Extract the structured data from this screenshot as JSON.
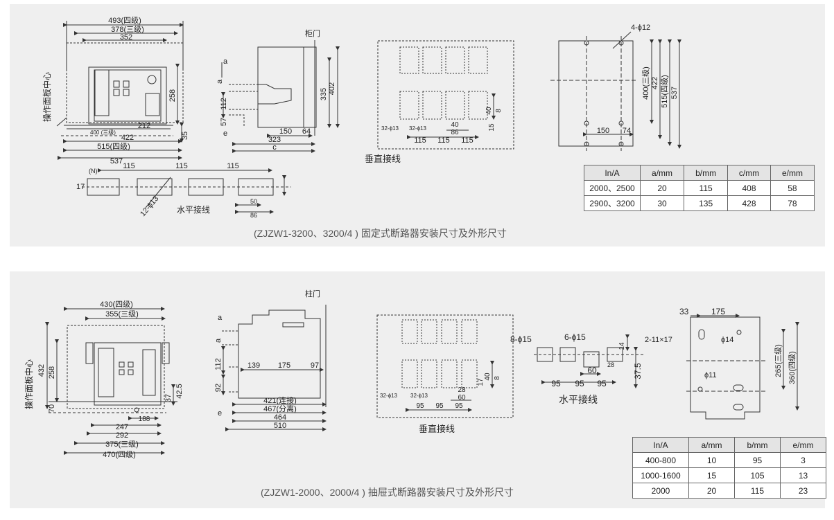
{
  "top": {
    "caption": "(ZJZW1-3200、3200/4 ) 固定式断路器安装尺寸及外形尺寸",
    "front_view": {
      "dims": [
        "493(四级)",
        "378(三级)",
        "352",
        "258",
        "35",
        "400 (三级)",
        "212",
        "422",
        "515(四级)",
        "537"
      ],
      "vertical_label": "操作面板中心"
    },
    "side_view": {
      "door_label": "柜门",
      "dims": [
        "a",
        "a",
        "112",
        "57",
        "e",
        "335",
        "402",
        "150",
        "64",
        "323",
        "c"
      ]
    },
    "vertical_wiring": {
      "label": "垂直接线",
      "dims": [
        "32-ϕ13",
        "32-ϕ13",
        "115",
        "115",
        "115",
        "40",
        "86",
        "15",
        "40",
        "8"
      ]
    },
    "horizontal_wiring": {
      "label": "水平接线",
      "dims": [
        "(N)",
        "115",
        "115",
        "115",
        "17",
        "12-ϕ13",
        "50",
        "86"
      ]
    },
    "mounting_view": {
      "dims": [
        "4-ϕ12",
        "400(三级)",
        "422",
        "515(四级)",
        "537",
        "150",
        "74"
      ]
    },
    "table": {
      "headers": [
        "In/A",
        "a/mm",
        "b/mm",
        "c/mm",
        "e/mm"
      ],
      "rows": [
        [
          "2000、2500",
          "20",
          "115",
          "408",
          "58"
        ],
        [
          "2900、3200",
          "30",
          "135",
          "428",
          "78"
        ]
      ]
    }
  },
  "bottom": {
    "caption": "(ZJZW1-2000、2000/4 ) 抽屉式断路器安装尺寸及外形尺寸",
    "front_view": {
      "dims": [
        "430(四级)",
        "355(三级)",
        "432",
        "258",
        "70",
        "37",
        "42.5",
        "188",
        "247",
        "292",
        "375(三级)",
        "470(四级)"
      ],
      "vertical_label": "操作面板中心"
    },
    "side_view": {
      "door_label": "柱门",
      "dims": [
        "a",
        "a",
        "112",
        "92",
        "e",
        "139",
        "175",
        "97",
        "421(连接)",
        "467(分离)",
        "464",
        "510"
      ]
    },
    "vertical_wiring": {
      "label": "垂直接线",
      "dims": [
        "32-ϕ13",
        "32-ϕ13",
        "95",
        "95",
        "95",
        "28",
        "60",
        "17",
        "40",
        "8"
      ]
    },
    "horizontal_wiring": {
      "label": "水平接线",
      "dims": [
        "8-ϕ15",
        "6-ϕ15",
        "14",
        "28",
        "60",
        "95",
        "95",
        "95",
        "37.5"
      ]
    },
    "mounting_view": {
      "dims": [
        "33",
        "175",
        "2-11×17",
        "ϕ14",
        "ϕ11",
        "265(三级)",
        "360(四级)"
      ]
    },
    "table": {
      "headers": [
        "In/A",
        "a/mm",
        "b/mm",
        "e/mm"
      ],
      "rows": [
        [
          "400-800",
          "10",
          "95",
          "3"
        ],
        [
          "1000-1600",
          "15",
          "105",
          "13"
        ],
        [
          "2000",
          "20",
          "115",
          "23"
        ]
      ]
    }
  }
}
